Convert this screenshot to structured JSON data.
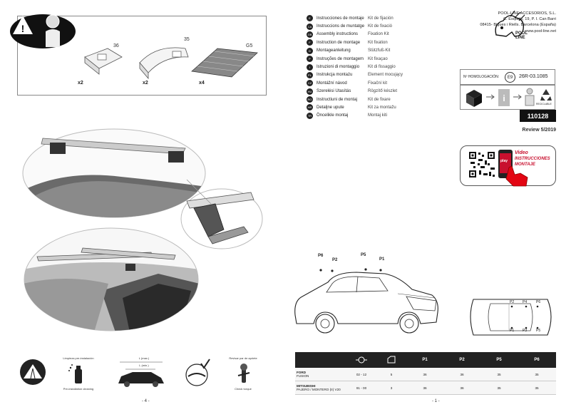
{
  "kit": {
    "parts": [
      {
        "number": "36",
        "qty": "x2"
      },
      {
        "number": "35",
        "qty": "x2"
      },
      {
        "number": "G5",
        "qty": "x4"
      }
    ]
  },
  "languages": [
    {
      "code": "E",
      "title": "Instrucciones de montaje",
      "kit": "Kit de fijación"
    },
    {
      "code": "CA",
      "title": "Instruccions de muntatge",
      "kit": "Kit de fixació"
    },
    {
      "code": "GB",
      "title": "Assembly instructions",
      "kit": "Fixation Kit"
    },
    {
      "code": "F",
      "title": "Instruction de montage",
      "kit": "Kit fixation"
    },
    {
      "code": "D",
      "title": "Montageanleitung",
      "kit": "Stützfuß-Kit"
    },
    {
      "code": "P",
      "title": "Instruções de montagem",
      "kit": "Kit fixaçao"
    },
    {
      "code": "I",
      "title": "Istruzioni di montaggio",
      "kit": "Kit di fissaggio"
    },
    {
      "code": "PL",
      "title": "Instrukcja montażu",
      "kit": "Element mocujący"
    },
    {
      "code": "CZ",
      "title": "Montážní návod",
      "kit": "Fixační kit"
    },
    {
      "code": "HU",
      "title": "Szerelési Utasítás",
      "kit": "Rögzítő készlet"
    },
    {
      "code": "RO",
      "title": "Instructiuni de montaj",
      "kit": "Kit de fixare"
    },
    {
      "code": "HR",
      "title": "Detaljne upute",
      "kit": "Kit za montažu"
    },
    {
      "code": "TR",
      "title": "Öncelikle montaj",
      "kit": "Montaj kiti"
    }
  ],
  "brand": {
    "logo_text": "POOL LINE",
    "company": "POOL-LINE ACCESORIOS, S.L.",
    "address1": "C. Esquels, 19, P. I. Can Barri",
    "address2": "08415- Bigues i Riells. Barcelona (España)",
    "website": "www.pool-line.net"
  },
  "homologation": {
    "label": "Nº HOMOLOGACIÓN:",
    "mark": "E9",
    "number": "26R-03.1085"
  },
  "recyclable_label": "RECICLABLE",
  "product_code": "110128",
  "review": "Review 5/2019",
  "video": {
    "play": "play",
    "line1": "Video",
    "line2": "INSTRUCCIONES",
    "line3": "MONTAJE"
  },
  "points": {
    "p6": "P6",
    "p2": "P2",
    "p5": "P5",
    "p1": "P1",
    "p4": "P4",
    "p3": "P3"
  },
  "tools": {
    "cleaning_top": "Limpieza pre-instalación",
    "cleaning_bottom": "Pre-installation cleaning",
    "length": "L (max.)",
    "length_small": "L (min.)",
    "check_top": "Revisar par de apriete",
    "check_bottom": "Check torque"
  },
  "table": {
    "headers": [
      "",
      "",
      "",
      "P1",
      "P2",
      "P5",
      "P6"
    ],
    "rows": [
      {
        "make": "FORD",
        "model": "FUSION",
        "years": "02 - 12",
        "doors": "5",
        "p1": "36",
        "p2": "36",
        "p5": "35",
        "p6": "35"
      },
      {
        "make": "MITSUBISHI",
        "model": "PAJERO / MONTERO (II) V20",
        "years": "91 - 00",
        "doors": "3",
        "p1": "36",
        "p2": "36",
        "p5": "35",
        "p6": "35"
      }
    ]
  },
  "pages": {
    "left": "- 4 -",
    "right": "- 1 -"
  }
}
